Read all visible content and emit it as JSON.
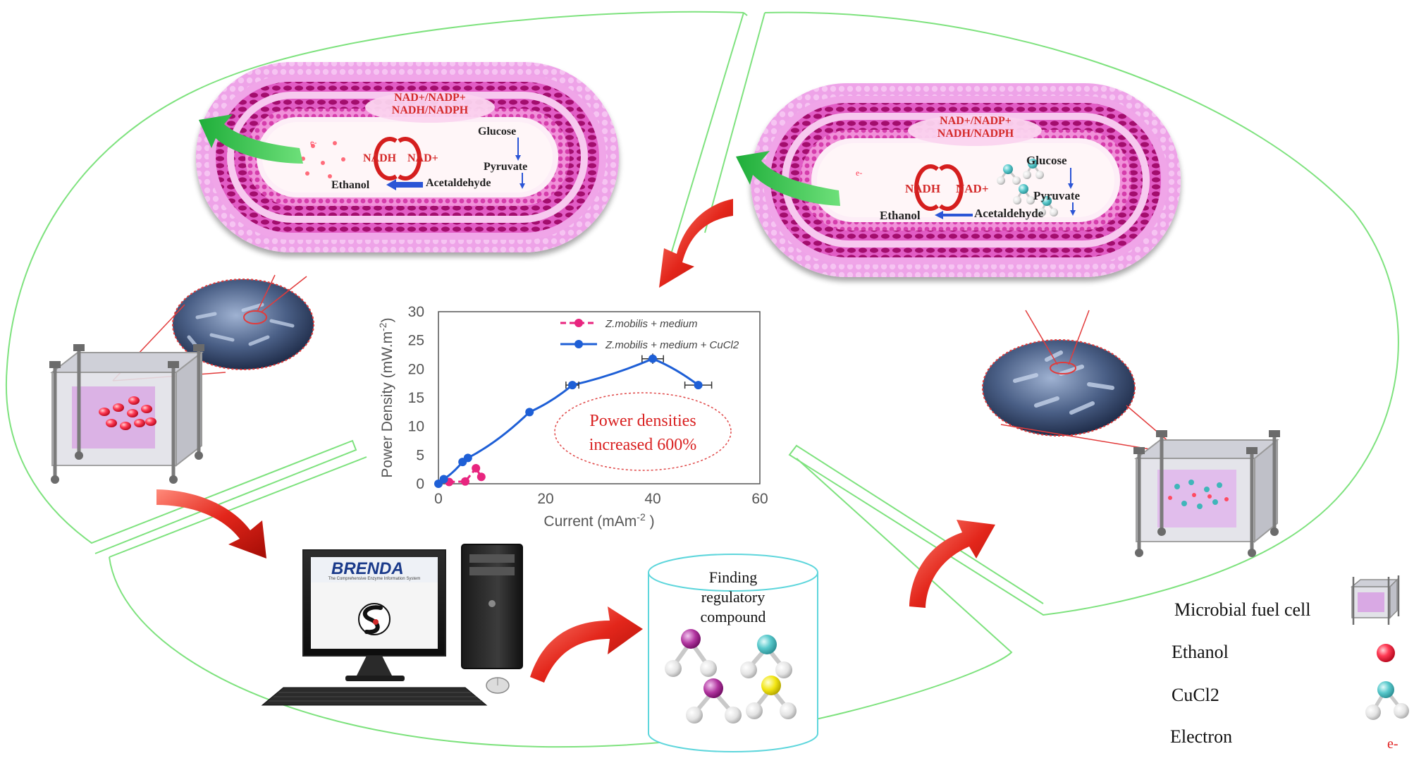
{
  "left_cell": {
    "cofactor_line1": "NAD+/NADP+",
    "cofactor_line2": "NADH/NADPH",
    "nadh": "NADH",
    "nad": "NAD+",
    "glucose": "Glucose",
    "pyruvate": "Pyruvate",
    "acetaldehyde": "Acetaldehyde",
    "ethanol": "Ethanol",
    "electron": "e-"
  },
  "right_cell": {
    "cofactor_line1": "NAD+/NADP+",
    "cofactor_line2": "NADH/NADPH",
    "nadh": "NADH",
    "nad": "NAD+",
    "glucose": "Glucose",
    "pyruvate": "Pyruvate",
    "acetaldehyde": "Acetaldehyde",
    "ethanol": "Ethanol",
    "electron": "e-"
  },
  "computer": {
    "app_name": "BRENDA",
    "app_subtitle": "The Comprehensive Enzyme Information System"
  },
  "database_label": [
    "Finding",
    "regulatory",
    "compound"
  ],
  "legend": [
    {
      "label": "Microbial fuel cell",
      "icon": "fuel-cell-icon"
    },
    {
      "label": "Ethanol",
      "icon": "ethanol-molecule-icon"
    },
    {
      "label": "CuCl2",
      "icon": "cucl2-molecule-icon"
    },
    {
      "label": "Electron",
      "icon": "electron-icon",
      "symbol": "e-"
    }
  ],
  "colors": {
    "outline": "#7ee27e",
    "arrow": "#e0261a",
    "cell_outer": "#e98be0",
    "cell_mid": "#c2127f",
    "series_medium": "#e8257f",
    "series_cucl2": "#1e5fd6",
    "annotation": "#d92020"
  },
  "chart_data": {
    "type": "line",
    "xlabel": "Current (mAm",
    "xlabel_sup": "-2",
    "xlabel_end": " )",
    "ylabel": "Power Density (mW.m",
    "ylabel_sup": "-2",
    "ylabel_end": ")",
    "xlim": [
      0,
      60
    ],
    "ylim": [
      0,
      30
    ],
    "xticks": [
      0,
      20,
      40,
      60
    ],
    "yticks": [
      0,
      5,
      10,
      15,
      20,
      25,
      30
    ],
    "legend_position": "top-right",
    "annotation": [
      "Power densities",
      "increased 600%"
    ],
    "series": [
      {
        "name": "Z.mobilis + medium",
        "style": "dashed",
        "color": "#e8257f",
        "x": [
          2,
          5,
          7,
          8
        ],
        "y": [
          0.3,
          0.4,
          2.7,
          1.2
        ]
      },
      {
        "name": "Z.mobilis + medium + CuCl2",
        "style": "solid",
        "color": "#1e5fd6",
        "x": [
          0,
          1,
          4.5,
          5.5,
          17,
          25,
          40,
          48.5
        ],
        "y": [
          0,
          0.8,
          3.8,
          4.5,
          12.5,
          17.2,
          21.8,
          17.2
        ],
        "xerr": [
          0,
          0,
          0,
          0,
          0,
          1.2,
          2,
          2.5
        ],
        "yerr": [
          0,
          0,
          0,
          0,
          0,
          0.5,
          0.9,
          0.6
        ]
      }
    ]
  }
}
